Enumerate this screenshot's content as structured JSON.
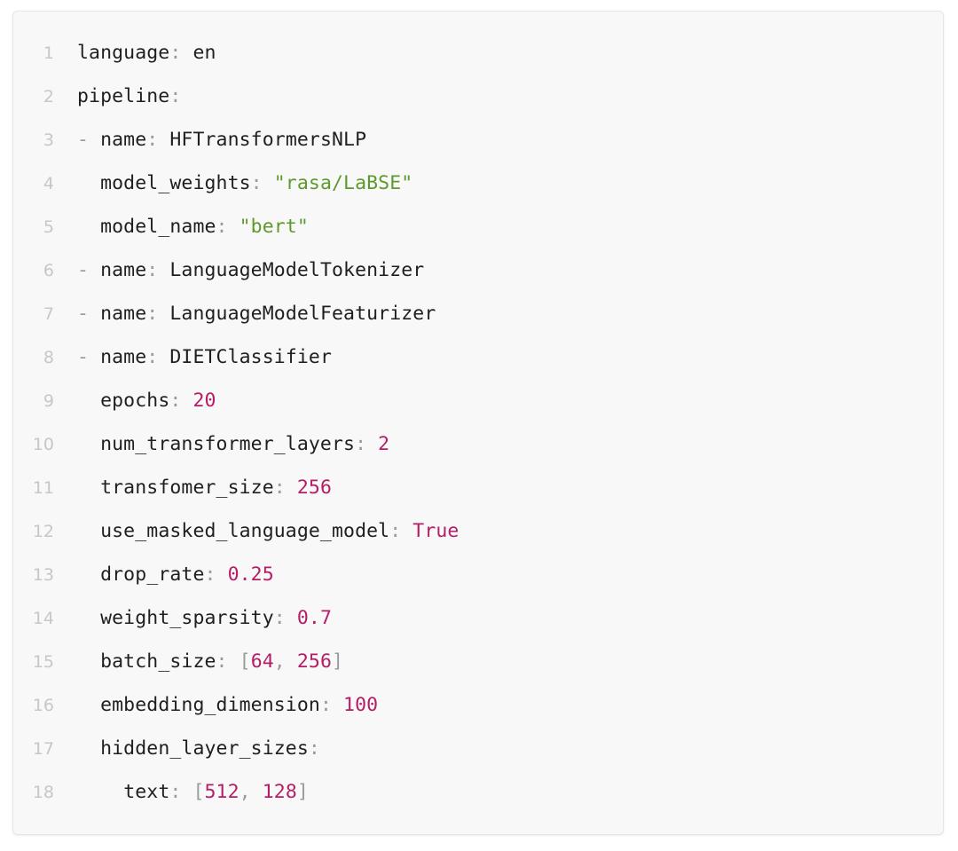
{
  "editor": {
    "language": "yaml",
    "background_color": "#f8f8f8",
    "border_color": "#e6e6e6",
    "gutter_color": "#c7c7c7",
    "colors": {
      "key": "#1f1f1f",
      "punctuation": "#9b9b9b",
      "string": "#5d9a2c",
      "number": "#b51d66",
      "boolean": "#b51d66",
      "bracket": "#9b9b9b"
    },
    "lines": [
      {
        "number": "1",
        "tokens": [
          {
            "t": "language",
            "c": "key"
          },
          {
            "t": ":",
            "c": "punct"
          },
          {
            "t": " en",
            "c": "plain"
          }
        ]
      },
      {
        "number": "2",
        "tokens": [
          {
            "t": "pipeline",
            "c": "key"
          },
          {
            "t": ":",
            "c": "punct"
          }
        ]
      },
      {
        "number": "3",
        "tokens": [
          {
            "t": "- ",
            "c": "dash"
          },
          {
            "t": "name",
            "c": "key"
          },
          {
            "t": ":",
            "c": "punct"
          },
          {
            "t": " HFTransformersNLP",
            "c": "plain"
          }
        ]
      },
      {
        "number": "4",
        "tokens": [
          {
            "t": "  ",
            "c": "plain"
          },
          {
            "t": "model_weights",
            "c": "key"
          },
          {
            "t": ":",
            "c": "punct"
          },
          {
            "t": " ",
            "c": "plain"
          },
          {
            "t": "\"rasa/LaBSE\"",
            "c": "str"
          }
        ]
      },
      {
        "number": "5",
        "tokens": [
          {
            "t": "  ",
            "c": "plain"
          },
          {
            "t": "model_name",
            "c": "key"
          },
          {
            "t": ":",
            "c": "punct"
          },
          {
            "t": " ",
            "c": "plain"
          },
          {
            "t": "\"bert\"",
            "c": "str"
          }
        ]
      },
      {
        "number": "6",
        "tokens": [
          {
            "t": "- ",
            "c": "dash"
          },
          {
            "t": "name",
            "c": "key"
          },
          {
            "t": ":",
            "c": "punct"
          },
          {
            "t": " LanguageModelTokenizer",
            "c": "plain"
          }
        ]
      },
      {
        "number": "7",
        "tokens": [
          {
            "t": "- ",
            "c": "dash"
          },
          {
            "t": "name",
            "c": "key"
          },
          {
            "t": ":",
            "c": "punct"
          },
          {
            "t": " LanguageModelFeaturizer",
            "c": "plain"
          }
        ]
      },
      {
        "number": "8",
        "tokens": [
          {
            "t": "- ",
            "c": "dash"
          },
          {
            "t": "name",
            "c": "key"
          },
          {
            "t": ":",
            "c": "punct"
          },
          {
            "t": " DIETClassifier",
            "c": "plain"
          }
        ]
      },
      {
        "number": "9",
        "tokens": [
          {
            "t": "  ",
            "c": "plain"
          },
          {
            "t": "epochs",
            "c": "key"
          },
          {
            "t": ":",
            "c": "punct"
          },
          {
            "t": " ",
            "c": "plain"
          },
          {
            "t": "20",
            "c": "num"
          }
        ]
      },
      {
        "number": "10",
        "tokens": [
          {
            "t": "  ",
            "c": "plain"
          },
          {
            "t": "num_transformer_layers",
            "c": "key"
          },
          {
            "t": ":",
            "c": "punct"
          },
          {
            "t": " ",
            "c": "plain"
          },
          {
            "t": "2",
            "c": "num"
          }
        ]
      },
      {
        "number": "11",
        "tokens": [
          {
            "t": "  ",
            "c": "plain"
          },
          {
            "t": "transfomer_size",
            "c": "key"
          },
          {
            "t": ":",
            "c": "punct"
          },
          {
            "t": " ",
            "c": "plain"
          },
          {
            "t": "256",
            "c": "num"
          }
        ]
      },
      {
        "number": "12",
        "tokens": [
          {
            "t": "  ",
            "c": "plain"
          },
          {
            "t": "use_masked_language_model",
            "c": "key"
          },
          {
            "t": ":",
            "c": "punct"
          },
          {
            "t": " ",
            "c": "plain"
          },
          {
            "t": "True",
            "c": "bool"
          }
        ]
      },
      {
        "number": "13",
        "tokens": [
          {
            "t": "  ",
            "c": "plain"
          },
          {
            "t": "drop_rate",
            "c": "key"
          },
          {
            "t": ":",
            "c": "punct"
          },
          {
            "t": " ",
            "c": "plain"
          },
          {
            "t": "0.25",
            "c": "num"
          }
        ]
      },
      {
        "number": "14",
        "tokens": [
          {
            "t": "  ",
            "c": "plain"
          },
          {
            "t": "weight_sparsity",
            "c": "key"
          },
          {
            "t": ":",
            "c": "punct"
          },
          {
            "t": " ",
            "c": "plain"
          },
          {
            "t": "0.7",
            "c": "num"
          }
        ]
      },
      {
        "number": "15",
        "tokens": [
          {
            "t": "  ",
            "c": "plain"
          },
          {
            "t": "batch_size",
            "c": "key"
          },
          {
            "t": ":",
            "c": "punct"
          },
          {
            "t": " ",
            "c": "plain"
          },
          {
            "t": "[",
            "c": "brack"
          },
          {
            "t": "64",
            "c": "num"
          },
          {
            "t": ", ",
            "c": "brack"
          },
          {
            "t": "256",
            "c": "num"
          },
          {
            "t": "]",
            "c": "brack"
          }
        ]
      },
      {
        "number": "16",
        "tokens": [
          {
            "t": "  ",
            "c": "plain"
          },
          {
            "t": "embedding_dimension",
            "c": "key"
          },
          {
            "t": ":",
            "c": "punct"
          },
          {
            "t": " ",
            "c": "plain"
          },
          {
            "t": "100",
            "c": "num"
          }
        ]
      },
      {
        "number": "17",
        "tokens": [
          {
            "t": "  ",
            "c": "plain"
          },
          {
            "t": "hidden_layer_sizes",
            "c": "key"
          },
          {
            "t": ":",
            "c": "punct"
          }
        ]
      },
      {
        "number": "18",
        "tokens": [
          {
            "t": "    ",
            "c": "plain"
          },
          {
            "t": "text",
            "c": "key"
          },
          {
            "t": ":",
            "c": "punct"
          },
          {
            "t": " ",
            "c": "plain"
          },
          {
            "t": "[",
            "c": "brack"
          },
          {
            "t": "512",
            "c": "num"
          },
          {
            "t": ", ",
            "c": "brack"
          },
          {
            "t": "128",
            "c": "num"
          },
          {
            "t": "]",
            "c": "brack"
          }
        ]
      }
    ]
  }
}
